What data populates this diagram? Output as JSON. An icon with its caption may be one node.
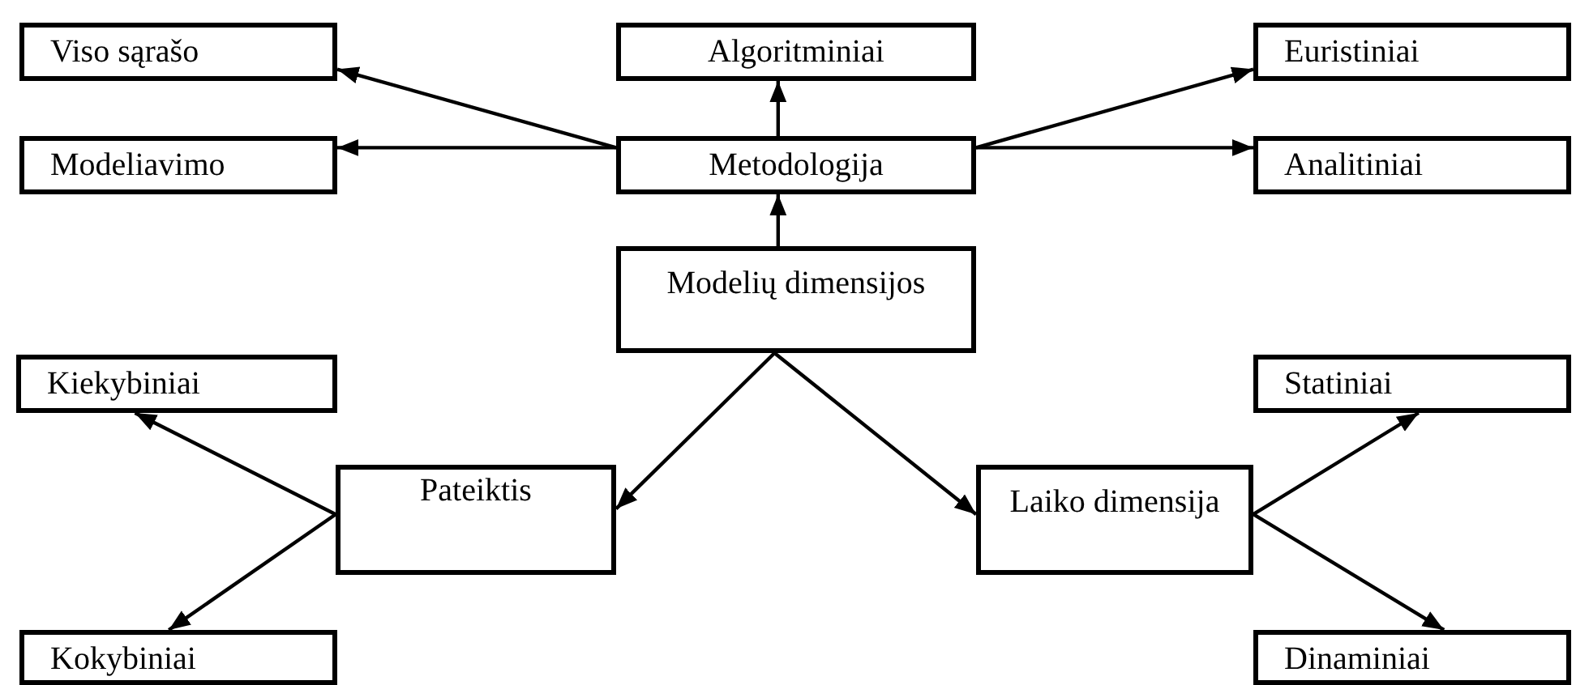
{
  "diagram": {
    "nodes": [
      {
        "text": [
          "Viso sąrašo"
        ]
      },
      {
        "text": [
          "Algoritminiai"
        ]
      },
      {
        "text": [
          "Euristiniai"
        ]
      },
      {
        "text": [
          "Modeliavimo"
        ]
      },
      {
        "text": [
          "Metodologija"
        ]
      },
      {
        "text": [
          "Analitiniai"
        ]
      },
      {
        "text": [
          "Modelių dimensijos"
        ]
      },
      {
        "text": [
          "Kiekybiniai"
        ]
      },
      {
        "text": [
          "Statiniai"
        ]
      },
      {
        "text": [
          "Pateiktis"
        ]
      },
      {
        "text": [
          "Laiko dimensija"
        ]
      },
      {
        "text": [
          "Kokybiniai"
        ]
      },
      {
        "text": [
          "Dinaminiai"
        ]
      }
    ],
    "edges": [
      {
        "from": 4,
        "to": 0,
        "arrow": "to"
      },
      {
        "from": 4,
        "to": 3,
        "arrow": "to"
      },
      {
        "from": 4,
        "to": 1,
        "arrow": "to"
      },
      {
        "from": 4,
        "to": 2,
        "arrow": "to"
      },
      {
        "from": 4,
        "to": 5,
        "arrow": "to"
      },
      {
        "from": 6,
        "to": 4,
        "arrow": "to"
      },
      {
        "from": 6,
        "to": 9,
        "arrow": "to"
      },
      {
        "from": 6,
        "to": 10,
        "arrow": "to"
      },
      {
        "from": 9,
        "to": 7,
        "arrow": "to"
      },
      {
        "from": 9,
        "to": 11,
        "arrow": "to"
      },
      {
        "from": 10,
        "to": 8,
        "arrow": "to"
      },
      {
        "from": 10,
        "to": 12,
        "arrow": "to"
      }
    ]
  }
}
